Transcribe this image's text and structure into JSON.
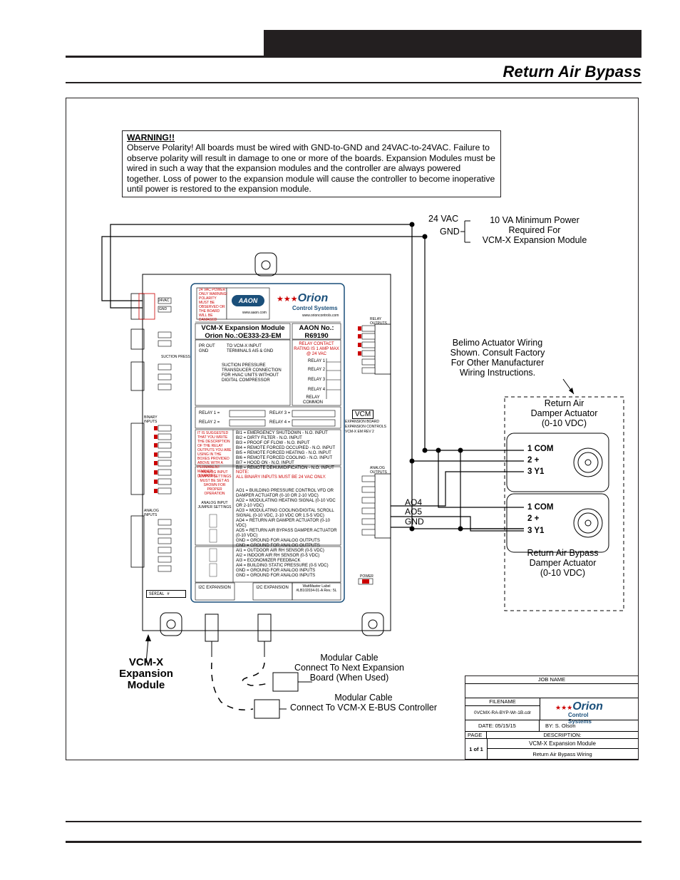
{
  "header": {
    "title": "Return Air Bypass"
  },
  "warning": {
    "heading": "WARNING!!",
    "body": "Observe Polarity! All boards must be wired with GND-to-GND and 24VAC-to-24VAC. Failure to observe polarity will result in damage to one or more of the boards. Expansion Modules must be wired in such a way that the expansion modules and the controller are always powered together. Loss of power to the expansion module will cause the controller to become inoperative until power is restored to the expansion module."
  },
  "power": {
    "vac": "24 VAC",
    "gnd": "GND",
    "note_line1": "10 VA Minimum Power",
    "note_line2": "Required For",
    "note_line3": "VCM-X Expansion Module"
  },
  "belimo_note": [
    "Belimo Actuator Wiring",
    "Shown. Consult Factory",
    "For Other Manufacturer",
    "Wiring Instructions."
  ],
  "actuator1": {
    "title": [
      "Return Air",
      "Damper Actuator",
      "(0-10 VDC)"
    ],
    "t1": "1   COM",
    "t2": "2   +",
    "t3": "3   Y1"
  },
  "actuator2": {
    "title": [
      "Return Air Bypass",
      "Damper Actuator",
      "(0-10 VDC)"
    ],
    "t1": "1   COM",
    "t2": "2   +",
    "t3": "3   Y1"
  },
  "outputs": {
    "ao4": "AO4",
    "ao5": "AO5",
    "gnd": "GND",
    "vcm": "VCM"
  },
  "module": {
    "brand1": "AAON",
    "brand2": "Orion",
    "brand2_sub": "Control Systems",
    "name_line1": "VCM-X Expansion Module",
    "name_line2": "Orion No.:OE333-23-EM",
    "aaon_line1": "AAON No.:",
    "aaon_line2": "R69190",
    "warn_small": "24 VAC POWER ONLY WARNING! POLARITY MUST BE OBSERVED OR THE BOARD WILL BE DAMAGED",
    "url1": "www.aaon.com",
    "url2": "www.orioncontrols.com",
    "pr_out": "PR OUT",
    "gnd": "GND",
    "pr_note": "TO VCM-X INPUT TERMINALS AI5 & GND",
    "suction": "SUCTION PRESSURE TRANSDUCER CONNECTION FOR HVAC UNITS WITHOUT DIGITAL COMPRESSOR",
    "relay_rating": "RELAY CONTACT RATING IS 1 AMP MAX @ 24 VAC",
    "relays": [
      "RELAY 1",
      "RELAY 2",
      "RELAY 3",
      "RELAY 4"
    ],
    "relay_common": "RELAY COMMON",
    "relay1_eq": "RELAY 1 =",
    "relay2_eq": "RELAY 2 =",
    "relay3_eq": "RELAY 3 =",
    "relay4_eq": "RELAY 4 =",
    "suggest": "IT IS SUGGESTED THAT YOU WRITE THE DESCRIPTION OF THE RELAY OUTPUTS YOU ARE USING IN THE BOXES PROVIDED ABOVE WITH A PERMANENT MARKER (SHARPIE)",
    "bi": [
      "BI1 = EMERGENCY SHUTDOWN - N.O. INPUT",
      "BI2 = DIRTY FILTER - N.O. INPUT",
      "BI3 = PROOF OF FLOW - N.O. INPUT",
      "BI4 = REMOTE FORCED OCCUPIED - N.O. INPUT",
      "BI5 = REMOTE FORCED HEATING - N.O. INPUT",
      "BI6 = REMOTE FORCED COOLING - N.O. INPUT",
      "BI7 = HOOD ON - N.O. INPUT",
      "BI8 = REMOTE DEHUMIDIFICATION - N.O. INPUT"
    ],
    "bi_note1": "NOTE:",
    "bi_note2": "ALL BINARY INPUTS MUST BE 24 VAC ONLY.",
    "analog_note": "ANALOG INPUT JUMPER SETTINGS MUST BE SET AS SHOWN FOR PROPER OPERATION",
    "jumper_title": "ANALOG INPUT JUMPER SETTINGS",
    "ao": [
      "AO1 = BUILDING PRESSURE CONTROL VFD OR DAMPER ACTUATOR (0-10 OR 2-10 VDC)",
      "AO2 = MODULATING HEATING SIGNAL (0-10 VDC OR 2-10 VDC)",
      "AO3 = MODULATING COOLING/DIGITAL SCROLL SIGNAL (0-10 VDC, 2-10 VDC OR 1.5-5 VDC)",
      "AO4 = RETURN AIR DAMPER ACTUATOR (0-10 VDC)",
      "AO5 = RETURN AIR BYPASS DAMPER ACTUATOR (0-10 VDC)",
      "GND = GROUND FOR ANALOG OUTPUTS",
      "GND = GROUND FOR ANALOG OUTPUTS"
    ],
    "ai": [
      "AI1 = OUTDOOR AIR RH SENSOR (0-5 VDC)",
      "AI2 = INDOOR AIR RH SENSOR (0-5 VDC)",
      "AI3 = ECONOMIZER FEEDBACK",
      "AI4 = BUILDING STATIC PRESSURE (0-5 VDC)",
      "GND = GROUND FOR ANALOG INPUTS",
      "GND = GROUND FOR ANALOG INPUTS"
    ],
    "i2c1": "I2C EXPANSION",
    "i2c2": "I2C EXPANSION",
    "wattmaster": "WattMaster Label #LB102034-01-A Rev.: 5L",
    "serial": "SERIAL #",
    "term_24vac": "24VAC",
    "term_gnd": "GND",
    "hdr_relay": "RELAY OUTPUTS",
    "hdr_binary": "BINARY INPUTS",
    "hdr_analog_in": "ANALOG INPUTS",
    "hdr_analog_out": "ANALOG OUTPUTS",
    "hdr_suction": "SUCTION PRESS",
    "hdr_power": "POWER",
    "exp_board": "EXPANSION BOARD",
    "rev": "EXPANSION CONTROLS",
    "version": "VCM-X EM REV 2"
  },
  "module_label": [
    "VCM-X",
    "Expansion",
    "Module"
  ],
  "cable1": [
    "Modular Cable",
    "Connect To Next Expansion",
    "Board (When Used)"
  ],
  "cable2": [
    "Modular Cable",
    "Connect To VCM-X E-BUS Controller"
  ],
  "title_block": {
    "job_name": "JOB NAME",
    "filename_label": "FILENAME",
    "filename": "0VCMX-RA-BYP-Wr-1B.cdr",
    "date": "DATE:   05/15/15",
    "by": "BY:   S. Olson",
    "page_label": "PAGE",
    "description_label": "DESCRIPTION:",
    "page": "1 of 1",
    "desc1": "VCM-X Expansion Module",
    "desc2": "Return Air Bypass Wiring",
    "logo": "Orion",
    "logo_sub": "Control Systems"
  }
}
